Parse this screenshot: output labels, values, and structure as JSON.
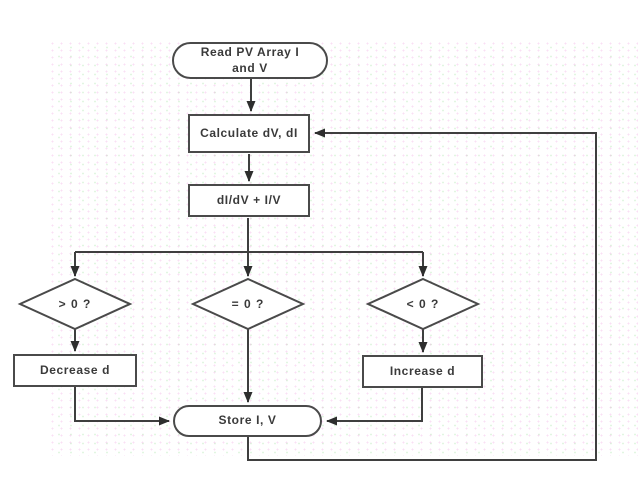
{
  "colors": {
    "line": "#3f3f3f",
    "node_border": "#4a4a4a",
    "node_fill": "#ffffff",
    "text": "#3a3a3a",
    "background": "#ffffff"
  },
  "flowchart": {
    "nodes": {
      "start": {
        "label": "Read PV Array I\nand V",
        "shape": "terminator"
      },
      "calculate": {
        "label": "Calculate dV, dI",
        "shape": "process"
      },
      "ratio": {
        "label": "dI/dV + I/V",
        "shape": "process"
      },
      "gt_zero": {
        "label": "> 0 ?",
        "shape": "decision"
      },
      "eq_zero": {
        "label": "= 0 ?",
        "shape": "decision"
      },
      "lt_zero": {
        "label": "< 0 ?",
        "shape": "decision"
      },
      "decrease": {
        "label": "Decrease d",
        "shape": "process"
      },
      "increase": {
        "label": "Increase d",
        "shape": "process"
      },
      "store": {
        "label": "Store I, V",
        "shape": "terminator"
      }
    },
    "edges": [
      {
        "from": "start",
        "to": "calculate"
      },
      {
        "from": "calculate",
        "to": "ratio"
      },
      {
        "from": "ratio",
        "to": "gt_zero"
      },
      {
        "from": "ratio",
        "to": "eq_zero"
      },
      {
        "from": "ratio",
        "to": "lt_zero"
      },
      {
        "from": "gt_zero",
        "to": "decrease"
      },
      {
        "from": "eq_zero",
        "to": "store"
      },
      {
        "from": "lt_zero",
        "to": "increase"
      },
      {
        "from": "decrease",
        "to": "store"
      },
      {
        "from": "increase",
        "to": "store"
      },
      {
        "from": "store",
        "to": "calculate"
      }
    ]
  }
}
